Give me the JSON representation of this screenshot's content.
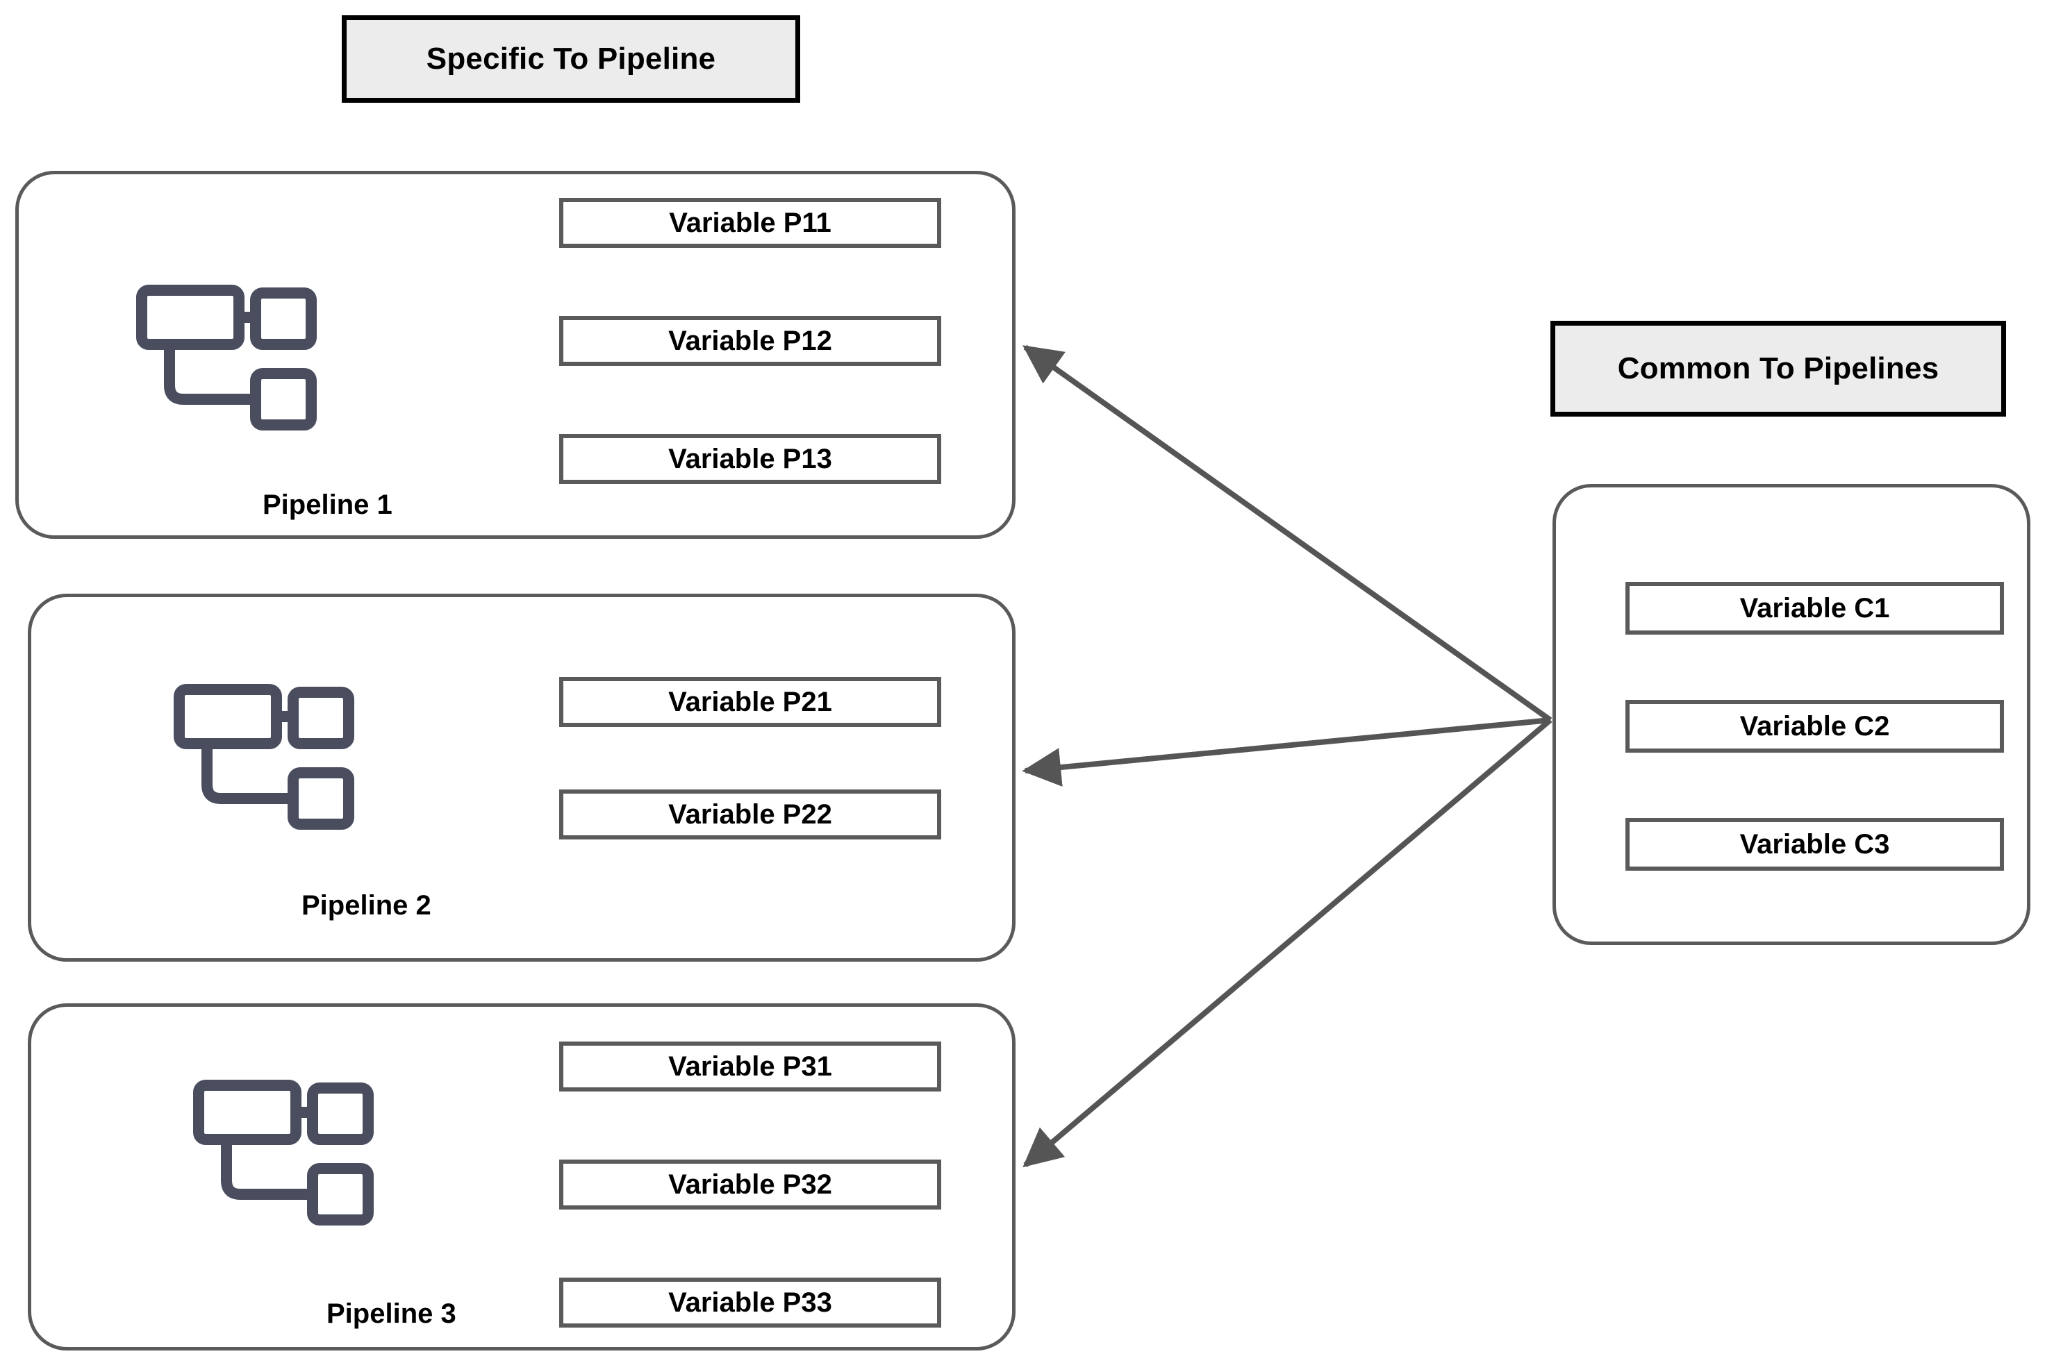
{
  "headers": {
    "specific": "Specific To Pipeline",
    "common": "Common To Pipelines"
  },
  "pipelines": [
    {
      "caption": "Pipeline 1",
      "icon": "pipeline-flow-icon",
      "variables": [
        "Variable P11",
        "Variable P12",
        "Variable P13"
      ]
    },
    {
      "caption": "Pipeline 2",
      "icon": "pipeline-flow-icon",
      "variables": [
        "Variable P21",
        "Variable P22"
      ]
    },
    {
      "caption": "Pipeline 3",
      "icon": "pipeline-flow-icon",
      "variables": [
        "Variable P31",
        "Variable P32",
        "Variable P33"
      ]
    }
  ],
  "common": {
    "variables": [
      "Variable C1",
      "Variable C2",
      "Variable C3"
    ]
  },
  "colors": {
    "header_border": "#000000",
    "header_fill": "#ececec",
    "group_border": "#5a5a5a",
    "var_border": "#5a5a5a",
    "arrow": "#555555",
    "icon": "#4a4d5e",
    "text": "#000000",
    "background": "#ffffff"
  },
  "arrows": {
    "hub_label": "common-variables-hub",
    "count": 3,
    "direction": "common-to-pipeline"
  }
}
